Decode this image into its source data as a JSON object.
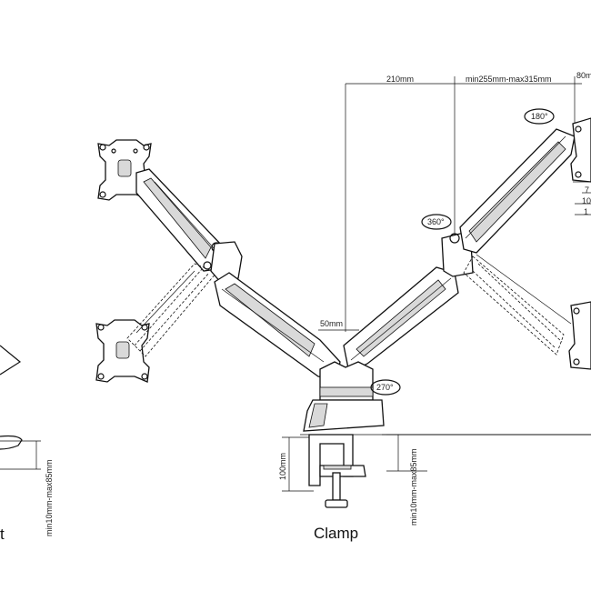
{
  "dimensions": {
    "d210": "210mm",
    "reach": "min255mm-max315mm",
    "d80": "80m",
    "d50": "50mm",
    "d100": "100mm",
    "clamp_left": "min10mm-max85mm",
    "clamp_right": "min10mm-max85mm",
    "small_7": "7",
    "small_10": "10",
    "small_1": "1"
  },
  "rotations": {
    "r180": "180°",
    "r360": "360°",
    "r270": "270°"
  },
  "captions": {
    "clamp": "Clamp",
    "left_cut": "t"
  }
}
